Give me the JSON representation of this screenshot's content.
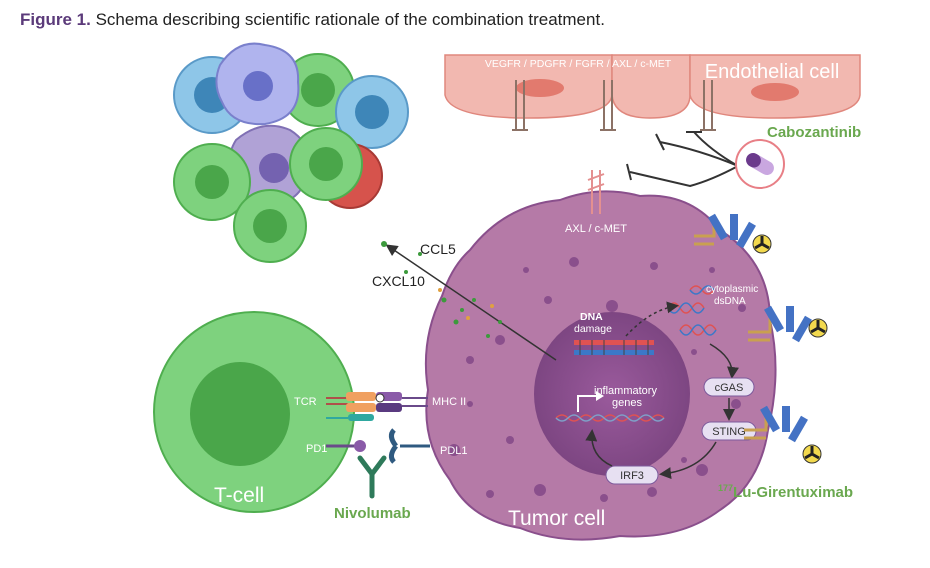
{
  "figure": {
    "number": "Figure 1.",
    "caption": "Schema describing scientific rationale of the combination treatment."
  },
  "labels": {
    "receptors": "VEGFR / PDGFR / FGFR / AXL / c-MET",
    "endothelial_cell": "Endothelial cell",
    "cabozantinib": "Cabozantinib",
    "axl_cmet": "AXL / c-MET",
    "ccl5": "CCL5",
    "cxcl10": "CXCL10",
    "cytoplasmic_dsdna_1": "cytoplasmic",
    "cytoplasmic_dsdna_2": "dsDNA",
    "dna_damage_1": "DNA",
    "dna_damage_2": "damage",
    "inflammatory_genes_1": "inflammatory",
    "inflammatory_genes_2": "genes",
    "cgas": "cGAS",
    "sting": "STING",
    "irf3": "IRF3",
    "tcr": "TCR",
    "mhc2": "MHC II",
    "pd1": "PD1",
    "pdl1": "PDL1",
    "tcell": "T-cell",
    "tumor_cell": "Tumor cell",
    "nivolumab": "Nivolumab",
    "lu_sup": "177",
    "lu_girentuximab": "Lu-Girentuximab"
  },
  "colors": {
    "title_accent": "#5b3a7a",
    "drug_green": "#6aa84f",
    "tumor_fill": "#b57aa7",
    "nucleus_fill": "#8a4f8c",
    "tcell_fill": "#7ed27e",
    "endothelial_fill": "#f2b8b0"
  }
}
